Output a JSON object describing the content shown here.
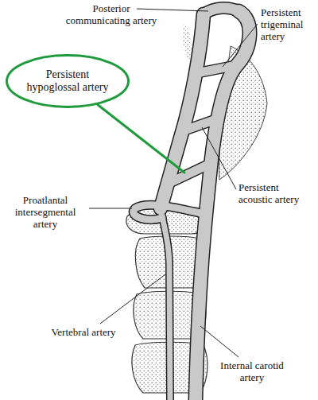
{
  "diagram": {
    "nodes": [
      {
        "text": [
          "Persistent hypoglossal artery"
        ]
      }
    ],
    "labels": [
      "Posterior communicating artery",
      "Persistent trigeminal artery",
      "Persistent acoustic artery",
      "Proatlantal intersegmental artery",
      "Vertebral artery",
      "Internal carotid artery"
    ]
  }
}
